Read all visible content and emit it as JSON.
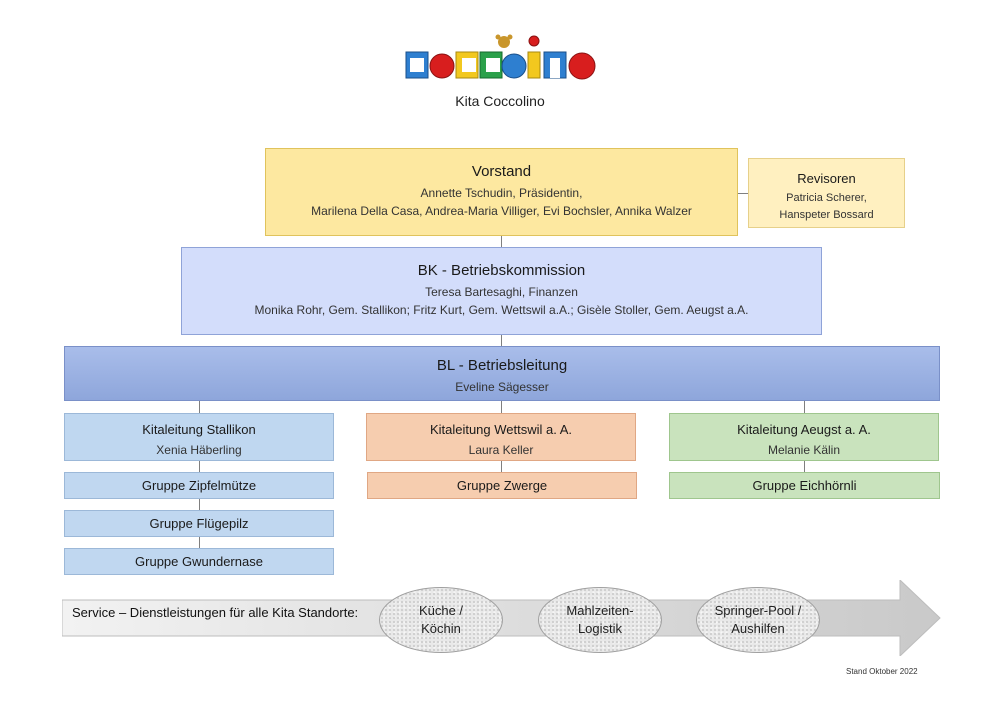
{
  "logo": {
    "text": "Coccolino",
    "colors": [
      "#2e7fd0",
      "#d81e1e",
      "#f2c81f",
      "#2aa04a"
    ]
  },
  "subtitle": "Kita Coccolino",
  "vorstand": {
    "title": "Vorstand",
    "line1": "Annette Tschudin, Präsidentin,",
    "line2": "Marilena Della Casa, Andrea-Maria Villiger, Evi Bochsler, Annika Walzer"
  },
  "revisoren": {
    "title": "Revisoren",
    "line1": "Patricia Scherer,",
    "line2": "Hanspeter Bossard"
  },
  "bk": {
    "title": "BK - Betriebskommission",
    "line1": "Teresa Bartesaghi, Finanzen",
    "line2": "Monika Rohr, Gem. Stallikon; Fritz Kurt, Gem. Wettswil a.A.; Gisèle Stoller, Gem. Aeugst a.A."
  },
  "bl": {
    "title": "BL - Betriebsleitung",
    "line1": "Eveline Sägesser"
  },
  "kitaleitungen": [
    {
      "title": "Kitaleitung Stallikon",
      "person": "Xenia Häberling",
      "groups": [
        "Gruppe Zipfelmütze",
        "Gruppe Flügepilz",
        "Gruppe Gwundernase"
      ]
    },
    {
      "title": "Kitaleitung Wettswil a. A.",
      "person": "Laura Keller",
      "groups": [
        "Gruppe Zwerge"
      ]
    },
    {
      "title": "Kitaleitung Aeugst a. A.",
      "person": "Melanie Kälin",
      "groups": [
        "Gruppe Eichhörnli"
      ]
    }
  ],
  "service": {
    "label": "Service – Dienstleistungen für alle Kita Standorte:",
    "items": [
      {
        "line1": "Küche /",
        "line2": "Köchin"
      },
      {
        "line1": "Mahlzeiten-",
        "line2": "Logistik"
      },
      {
        "line1": "Springer-Pool /",
        "line2": "Aushilfen"
      }
    ]
  },
  "footer": "Stand Oktober 2022"
}
